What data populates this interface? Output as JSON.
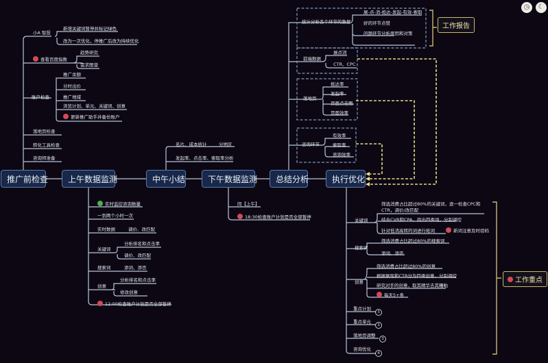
{
  "main_nodes": [
    "推广前检查",
    "上午数据监测",
    "中午小结",
    "下午数据监测",
    "总结分析",
    "执行优化"
  ],
  "pre_check": {
    "xiaoA": {
      "label": "小A 智投",
      "children": [
        "新增关键词暂停并标记绿色",
        "改为一次优化，停推广后改为持续优化"
      ]
    },
    "baidu_index": {
      "label": "查看百度指数",
      "children": [
        "趋势研究",
        "需求图谱"
      ]
    },
    "account": {
      "label": "账户检查",
      "children": [
        "推广余额",
        "分时出价",
        "推广地域",
        "浏览计划、单元、关键词、创意",
        "更新推广助手并备份账户"
      ]
    },
    "landing": "落地页检查",
    "convert_tool": "转化工具检查",
    "consult_prep": "咨询师准备"
  },
  "morning": {
    "items": [
      "实时监控咨询数量",
      "一到两个小时一次"
    ],
    "realtime": {
      "label": "实时数据",
      "value": "调价、改匹配"
    },
    "keyword": {
      "label": "关键词",
      "children": [
        "分析排名和点击率",
        "调价、改匹配"
      ]
    },
    "search_term": {
      "label": "搜索词",
      "value": "添词、添否"
    },
    "creative": {
      "label": "创意",
      "children": [
        "分析排名和点击率",
        "修改创意"
      ]
    },
    "noon_check": "12:00检查账户计划是否全部暂停"
  },
  "noon": {
    "items": [
      {
        "label": "名片、成本统计",
        "value": "分地区"
      },
      "发起率、点击率、索取率分析"
    ]
  },
  "afternoon": {
    "items": [
      "同【上午】",
      "18:30检查账户计划是否全部暂停"
    ]
  },
  "summary": {
    "stats": {
      "label": "统计分析各个环节的数据",
      "children": [
        "展-点-消-抵达-发起-有效-索取",
        "好的环节点赞",
        "问题环节分析原因和对策"
      ]
    },
    "frontend": {
      "label": "前端数据",
      "children": [
        "展点消",
        "CTR、CPC"
      ]
    },
    "landing_page": {
      "label": "落地页",
      "children": [
        "抵达率",
        "发起率",
        "页面点击图",
        "页面效率"
      ]
    },
    "consult": {
      "label": "咨询环节",
      "children": [
        "有效率",
        "索取率",
        "咨询效率"
      ]
    },
    "report_label": "工作报告"
  },
  "execute": {
    "keyword": {
      "label": "关键词",
      "children": [
        "筛选消费占比超过80%的关键词，逐一检查CPC和CTR，调价/改匹配",
        "结合CVR和CPA，找出四类词，分别调控",
        "针对低消高转的词进行拓词"
      ],
      "note": "新词注意及时验码"
    },
    "search_term": {
      "label": "搜索词",
      "children": [
        "筛选消费占比超过80%的搜索词",
        "添词、添否"
      ]
    },
    "creative": {
      "label": "创意",
      "children": [
        "筛选消费占比超过80%的创意",
        "根据展现和CTR分为四类创意，分别调控",
        "研究对手的创意，取其精华去其糟粕",
        "每天5+条"
      ]
    },
    "tail": [
      {
        "label": "重点计划",
        "num": "3"
      },
      {
        "label": "重点单元",
        "num": "3"
      },
      {
        "label": "落地页调整",
        "num": "3"
      },
      {
        "label": "咨询优化",
        "num": "4"
      }
    ],
    "focus_label": "工作重点"
  },
  "toolbar": {
    "icons": [
      "timer-icon",
      "theme-icon"
    ]
  },
  "colors": {
    "line": "#b9c6dc",
    "dash_blue": "#7f98c2",
    "dash_yellow": "#e7dc8a",
    "node_bg": "#17284a",
    "accent": "#c9b870"
  }
}
